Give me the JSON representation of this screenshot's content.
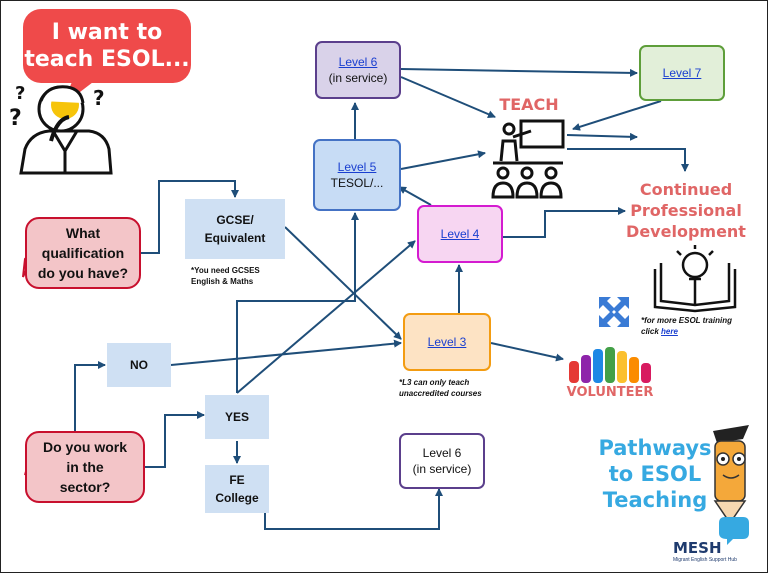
{
  "bubbles": {
    "title": [
      "I want to",
      "teach ESOL..."
    ],
    "qualification": [
      "What",
      "qualification",
      "do you have?"
    ],
    "sector": [
      "Do you work",
      "in the",
      "sector?"
    ]
  },
  "boxes": {
    "gcse": [
      "GCSE/",
      "Equivalent"
    ],
    "no": "NO",
    "yes": "YES",
    "fe": [
      "FE",
      "College"
    ]
  },
  "levels": {
    "level6_top": {
      "link": "Level 6",
      "sub": "(in service)"
    },
    "level7": {
      "link": "Level 7"
    },
    "level5": {
      "link": "Level 5",
      "sub": "TESOL/..."
    },
    "level4": {
      "link": "Level 4"
    },
    "level3": {
      "link": "Level 3"
    },
    "level6_bottom": {
      "line1": "Level 6",
      "line2": "(in service)"
    }
  },
  "notes": {
    "gcse_note": [
      "*You need  GCSES",
      "English & Maths"
    ],
    "l3_note": [
      "*L3 can only teach",
      "unaccredited courses"
    ],
    "training_note_prefix": "*for more ESOL training",
    "training_note_click": "click ",
    "training_note_link": "here"
  },
  "labels": {
    "teach": "TEACH",
    "cpd": [
      "Continued",
      "Professional",
      "Development"
    ],
    "volunteer": "VOLUNTEER",
    "pathways": [
      "Pathways",
      "to ESOL",
      "Teaching"
    ],
    "brand": "MESH",
    "brand_sub": "Migrant English Support Hub"
  },
  "colors": {
    "arrow": "#1f4e79",
    "title_red": "#ef4a4a",
    "bubble_fill": "#f3c5c8",
    "bubble_border": "#c8102e",
    "plain_box": "#cfe0f3",
    "level6_fill": "#d9d2e9",
    "level6_border": "#5b3f8c",
    "level7_fill": "#e2efd9",
    "level7_border": "#5e9e3a",
    "level5_fill": "#c7dcf5",
    "level5_border": "#4472c4",
    "level4_fill": "#f7d6f2",
    "level4_border": "#d41bd0",
    "level3_fill": "#fde3c4",
    "level3_border": "#f39c12",
    "teach_red": "#e06666",
    "cpd_red": "#e06666",
    "pathways_blue": "#36a9e1",
    "link_blue": "#1a3fd0"
  },
  "icons": [
    "thinking-person-icon",
    "teacher-class-icon",
    "lightbulb-book-icon",
    "expand-arrows-icon",
    "raised-hands-icon",
    "pencil-mascot-icon",
    "speech-bubble-logo-icon"
  ]
}
